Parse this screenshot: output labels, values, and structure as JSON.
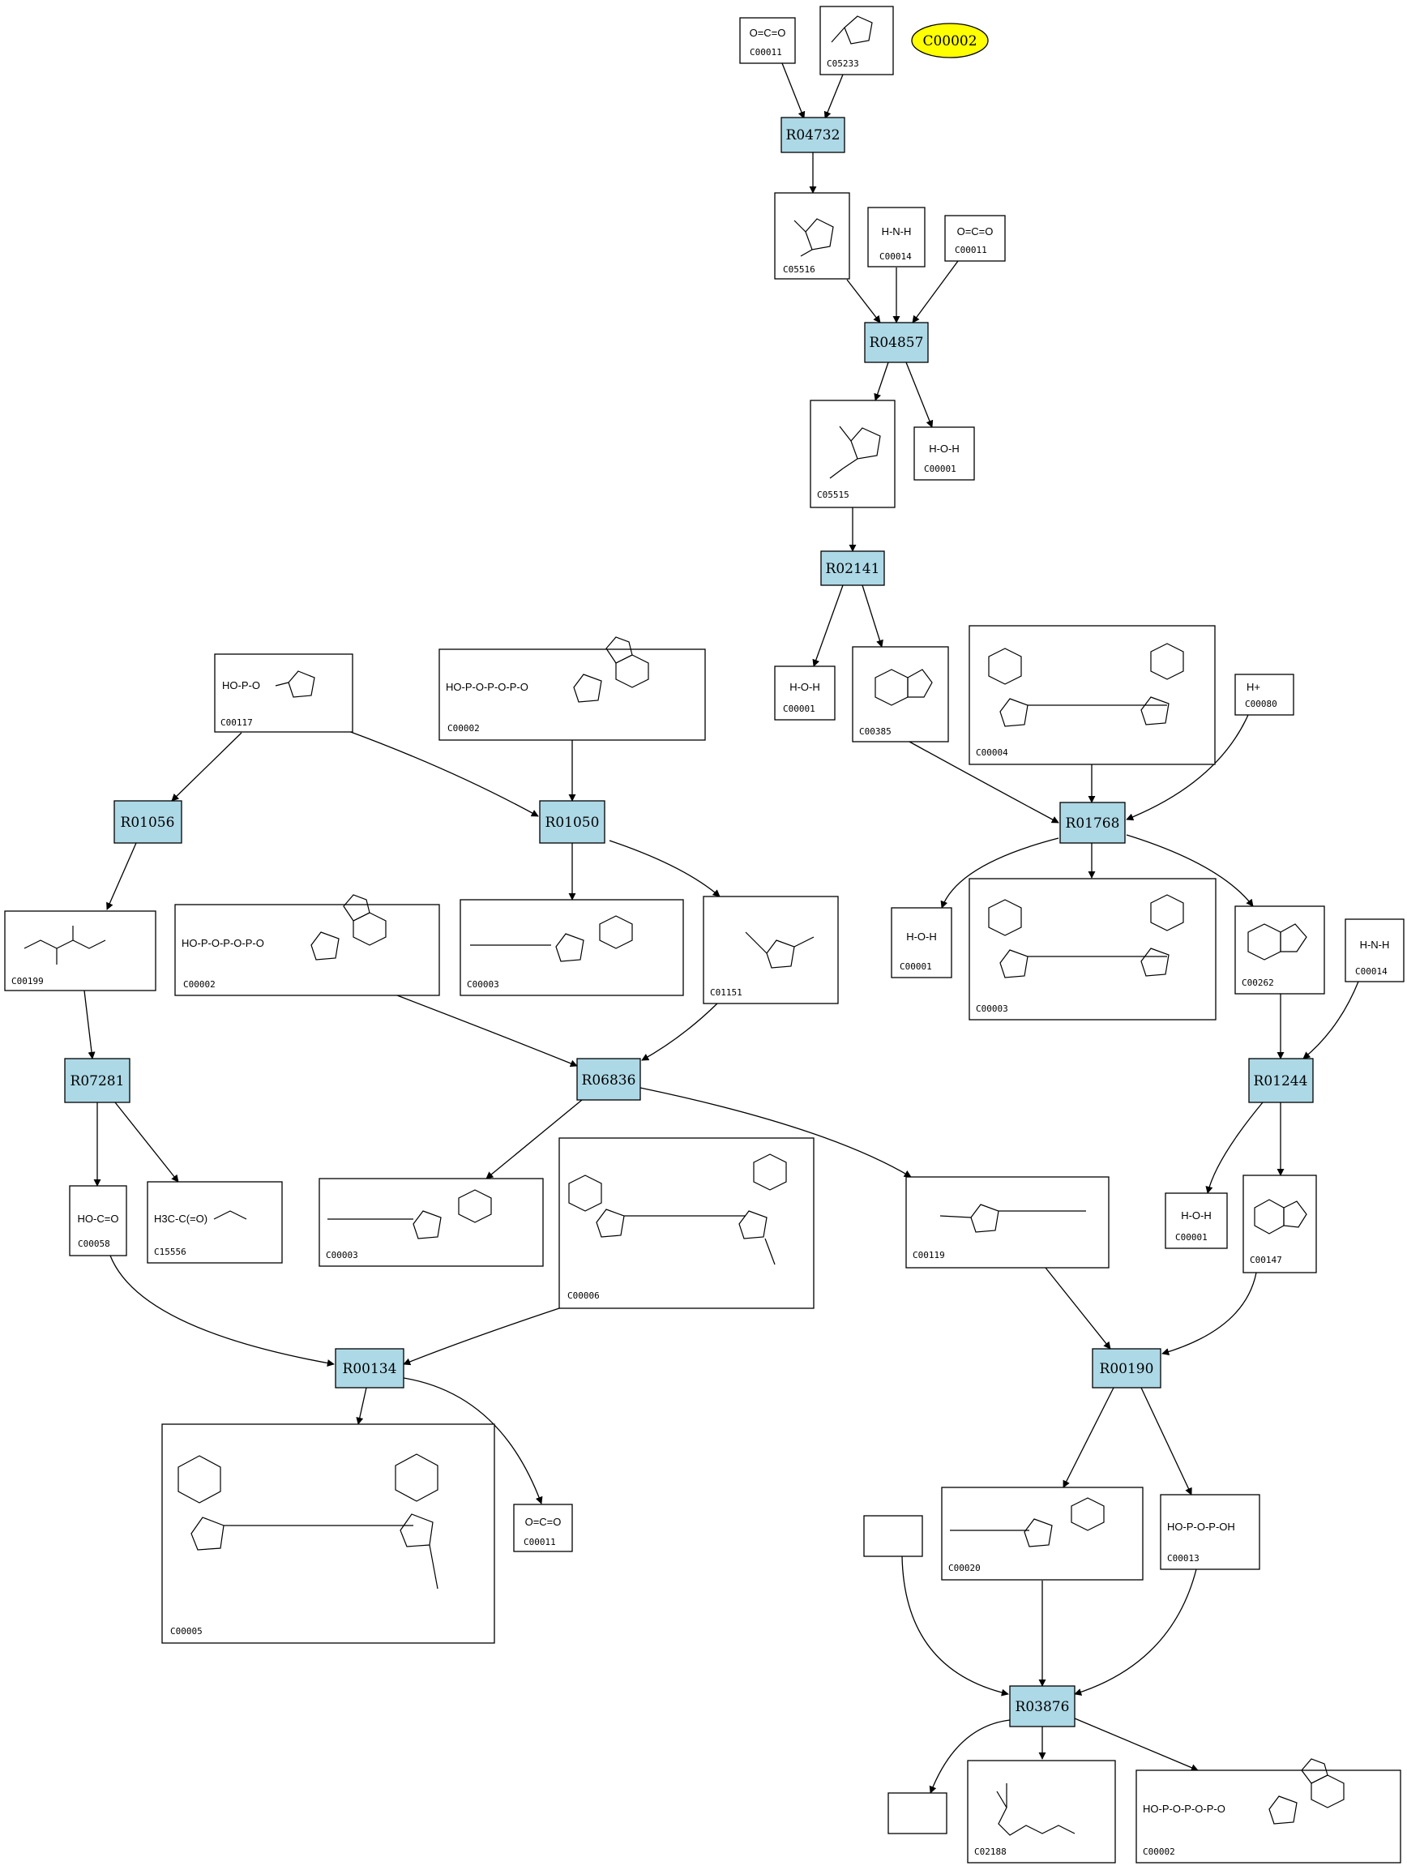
{
  "colors": {
    "reaction_fill": "#add8e6",
    "highlight_fill": "#ffff00",
    "edge": "#000000",
    "box_stroke": "#000000",
    "background": "#ffffff"
  },
  "highlight": {
    "id": "C00002"
  },
  "reactions": [
    {
      "id": "R04732"
    },
    {
      "id": "R04857"
    },
    {
      "id": "R02141"
    },
    {
      "id": "R01056"
    },
    {
      "id": "R01050"
    },
    {
      "id": "R01768"
    },
    {
      "id": "R07281"
    },
    {
      "id": "R06836"
    },
    {
      "id": "R01244"
    },
    {
      "id": "R00134"
    },
    {
      "id": "R00190"
    },
    {
      "id": "R03876"
    }
  ],
  "compounds": [
    {
      "id": "C00011",
      "formula": "O=C=O"
    },
    {
      "id": "C05233"
    },
    {
      "id": "C05516"
    },
    {
      "id": "C00014",
      "formula": "H-N-H"
    },
    {
      "id": "C00011",
      "formula": "O=C=O"
    },
    {
      "id": "C05515"
    },
    {
      "id": "C00001",
      "formula": "H-O-H"
    },
    {
      "id": "C00117",
      "formula": "HO-P-O"
    },
    {
      "id": "C00002",
      "formula": "HO-P-O-P-O-P-O"
    },
    {
      "id": "C00001",
      "formula": "H-O-H"
    },
    {
      "id": "C00385"
    },
    {
      "id": "C00004"
    },
    {
      "id": "C00080",
      "formula": "H+"
    },
    {
      "id": "C00199"
    },
    {
      "id": "C00002",
      "formula": "HO-P-O-P-O-P-O"
    },
    {
      "id": "C00003"
    },
    {
      "id": "C01151"
    },
    {
      "id": "C00001",
      "formula": "H-O-H"
    },
    {
      "id": "C00003"
    },
    {
      "id": "C00262"
    },
    {
      "id": "C00014",
      "formula": "H-N-H"
    },
    {
      "id": "C00058",
      "formula": "HO-C=O"
    },
    {
      "id": "C15556",
      "formula": "H3C-C(=O)"
    },
    {
      "id": "C00003"
    },
    {
      "id": "C00006"
    },
    {
      "id": "C00119"
    },
    {
      "id": "C00001",
      "formula": "H-O-H"
    },
    {
      "id": "C00147"
    },
    {
      "id": "C00005"
    },
    {
      "id": "C00011",
      "formula": "O=C=O"
    },
    {
      "id": "C00020"
    },
    {
      "id": "C00013",
      "formula": "HO-P-O-P-OH"
    },
    {
      "id": ""
    },
    {
      "id": ""
    },
    {
      "id": "C02188"
    },
    {
      "id": "C00002",
      "formula": "HO-P-O-P-O-P-O"
    }
  ]
}
